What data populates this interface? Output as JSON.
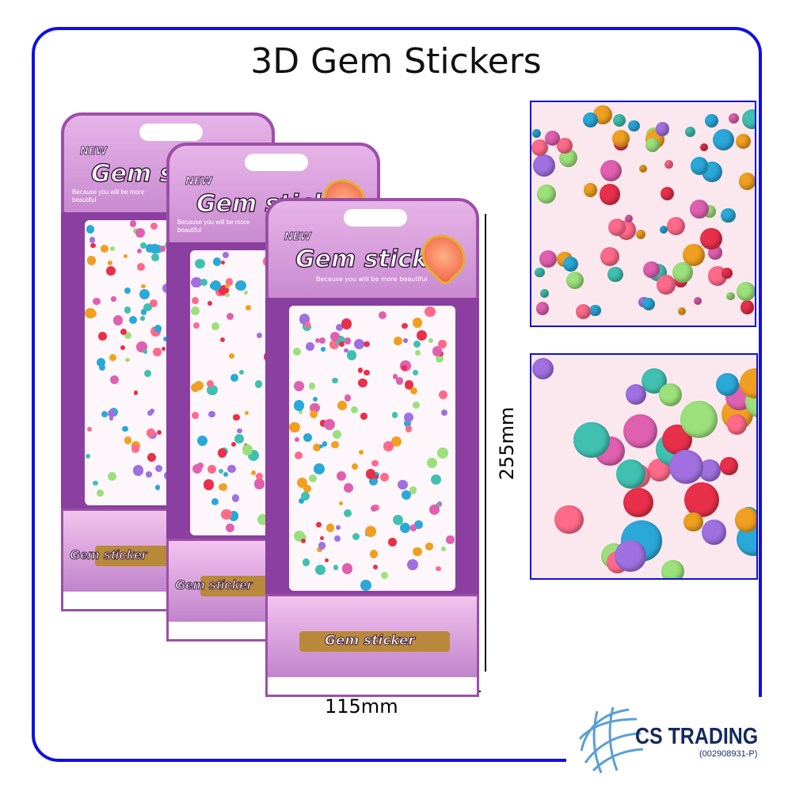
{
  "title": "3D Gem Stickers",
  "packages": [
    {
      "new_label": "NEW",
      "brand": "Gem sticker",
      "tagline": "Because you will be more beautiful",
      "footer_brand": "Gem sticker"
    },
    {
      "new_label": "NEW",
      "brand": "Gem sticker",
      "tagline": "Because you will be more beautiful",
      "footer_brand": "Gem sticker"
    },
    {
      "new_label": "NEW",
      "brand": "Gem sticker",
      "tagline": "Because you will be more beautiful",
      "footer_brand": "Gem sticker"
    }
  ],
  "dimensions": {
    "height": "255mm",
    "width": "115mm"
  },
  "logo": {
    "name": "CS TRADING",
    "registration": "(002908931-P)",
    "icon": "globe-icon"
  },
  "colors": {
    "frame": "#1010e0",
    "logo_text": "#142a5e",
    "package_purple": "#8b3fa0"
  }
}
